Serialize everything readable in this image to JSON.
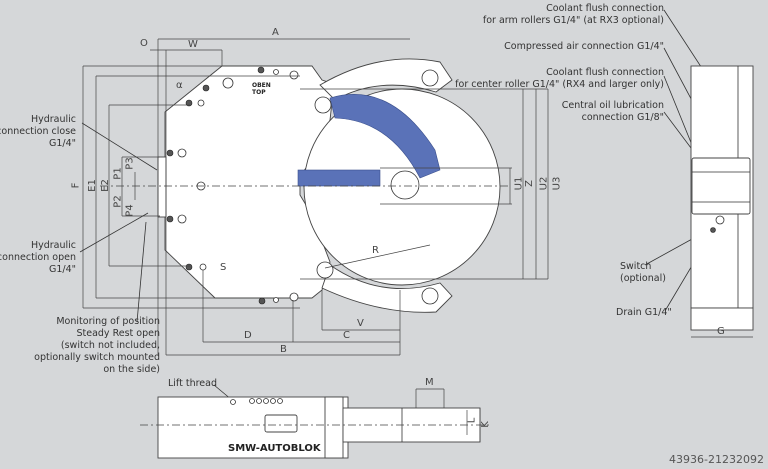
{
  "callouts": {
    "hyd_close": [
      "Hydraulic",
      "connection close",
      "G1/4\""
    ],
    "hyd_open": [
      "Hydraulic",
      "connection open",
      "G1/4\""
    ],
    "monitoring": [
      "Monitoring of position",
      "Steady Rest open",
      "(switch not included,",
      "optionally switch mounted",
      "on the side)"
    ],
    "lift_thread": "Lift thread",
    "coolant_arm": [
      "Coolant flush connection",
      "for arm rollers G1/4\" (at RX3 optional)"
    ],
    "compressed_air": "Compressed air connection  G1/4\"",
    "coolant_center": [
      "Coolant flush connection",
      "for center roller G1/4\" (RX4 and larger only)"
    ],
    "central_oil": [
      "Central oil lubrication",
      "connection G1/8\""
    ],
    "switch": [
      "Switch",
      "(optional)"
    ],
    "drain": "Drain G1/4\""
  },
  "dimensions": {
    "A": "A",
    "O": "O",
    "W": "W",
    "alpha": "α",
    "F": "F",
    "E1": "E1",
    "E2": "E2",
    "P1": "P1",
    "P2": "P2",
    "P3": "P3",
    "P4": "P4",
    "S": "S",
    "R": "R",
    "D": "D",
    "B": "B",
    "C": "C",
    "V": "V",
    "Z": "Z",
    "U1": "U1",
    "U2": "U2",
    "U3": "U3",
    "G": "G",
    "M": "M",
    "L": "L",
    "K": "K"
  },
  "body_markings": {
    "open_top": [
      "OBEN",
      "TOP"
    ],
    "brand": "SMW-AUTOBLOK"
  },
  "image_id_label": "43936-21232092",
  "colors": {
    "background": "#d5d7d9",
    "arm": "#5a72b8",
    "part": "#ffffff"
  }
}
